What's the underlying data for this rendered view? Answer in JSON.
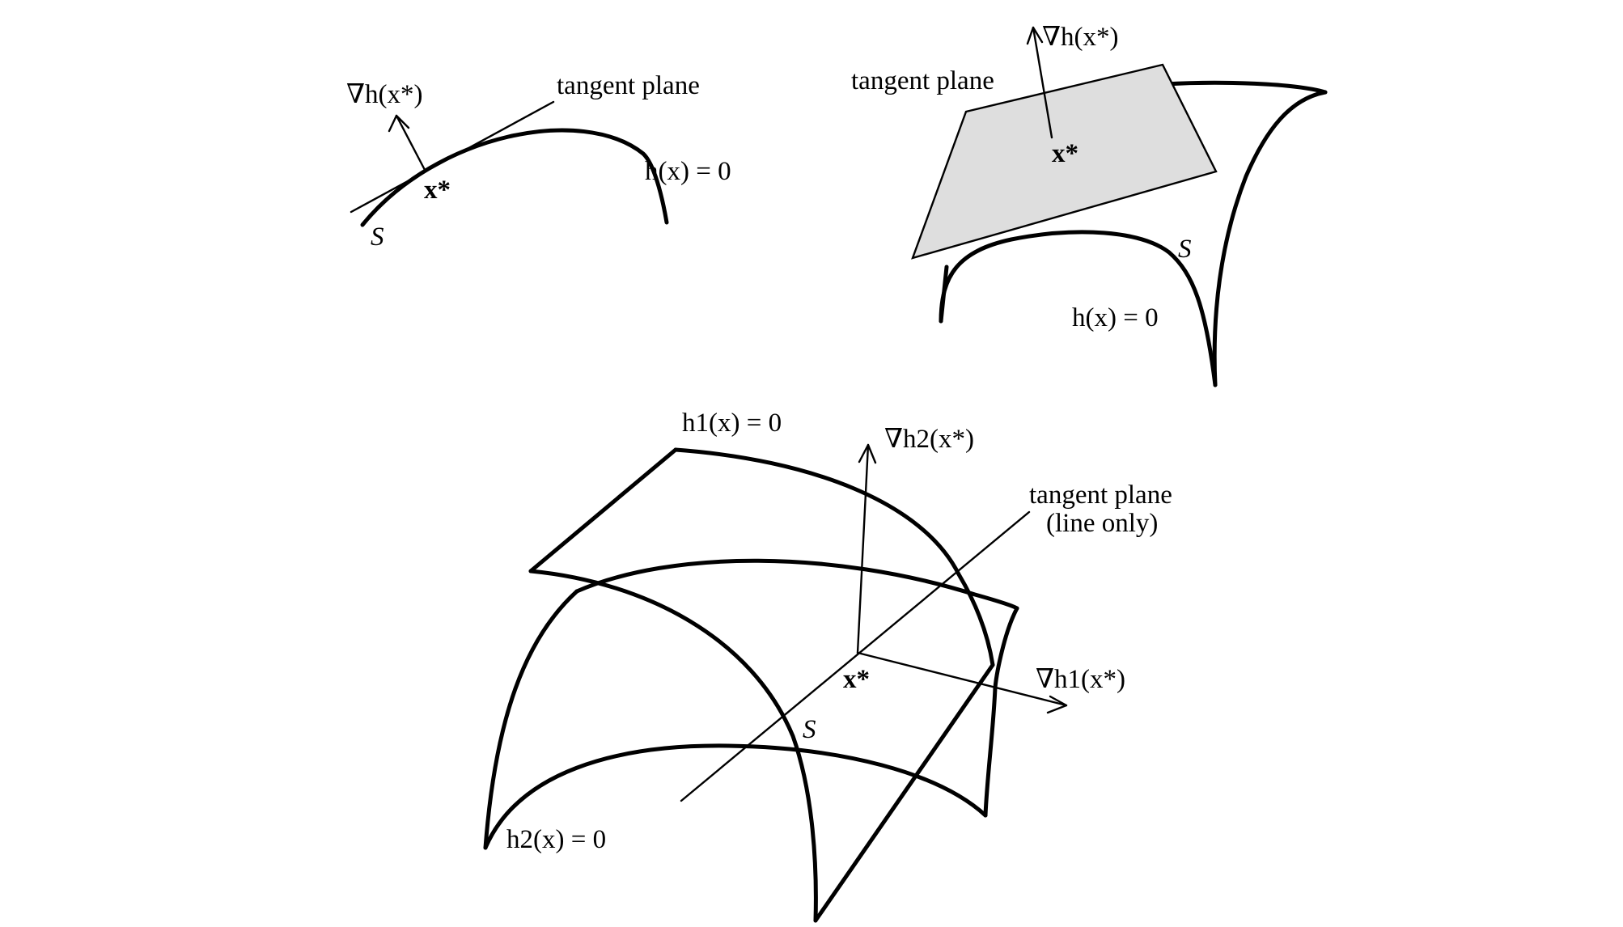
{
  "figure_a": {
    "grad_label": "∇h(x*)",
    "tangent_label": "tangent plane",
    "point_label": "x*",
    "constraint_label": "h(x) = 0",
    "surface_label": "S"
  },
  "figure_b": {
    "grad_label": "∇h(x*)",
    "tangent_label": "tangent plane",
    "point_label": "x*",
    "surface_label": "S",
    "constraint_label": "h(x) = 0"
  },
  "figure_c": {
    "constraint1_label": "h1(x) = 0",
    "grad2_label": "∇h2(x*)",
    "tangent_label_line1": "tangent plane",
    "tangent_label_line2": "(line only)",
    "grad1_label": "∇h1(x*)",
    "point_label": "x*",
    "surface_label": "S",
    "constraint2_label": "h2(x) = 0"
  },
  "colors": {
    "ink": "#000000",
    "plane_fill": "#dedede",
    "background": "#ffffff"
  }
}
